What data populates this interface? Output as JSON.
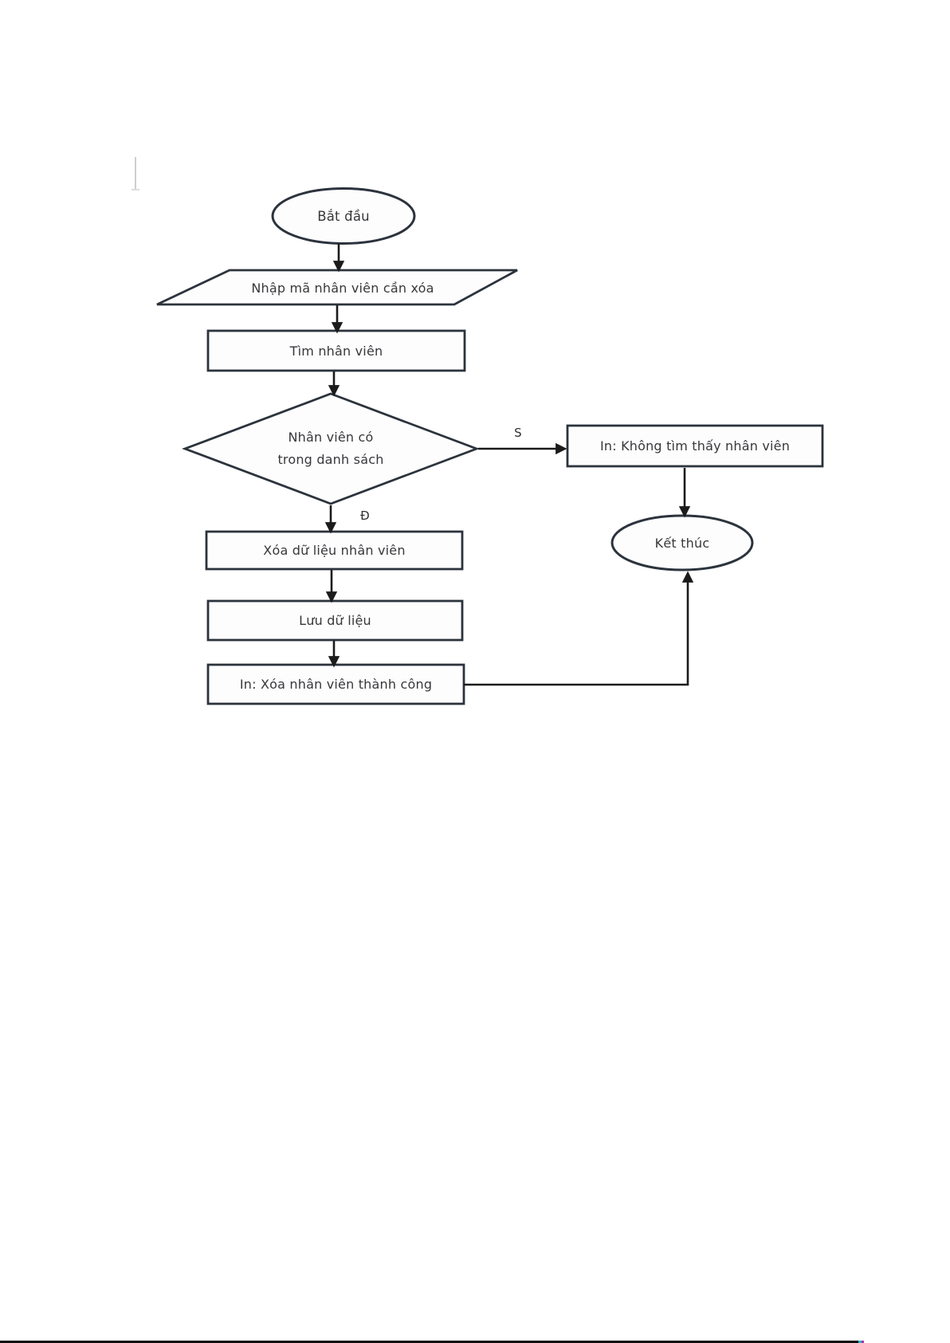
{
  "document": {
    "background": "#ffffff",
    "bottom_rule_color": "#0b0b0b",
    "bottom_rule_artifact_teal": "#27b7bc",
    "bottom_rule_artifact_magenta": "#b02fb2"
  },
  "flowchart": {
    "colors": {
      "shape_border": "#2c333d",
      "shape_fill": "#fdfdfd",
      "arrow": "#1b1b1b",
      "text": "#38383c"
    },
    "nodes": {
      "start": {
        "type": "terminator",
        "label": "Bắt đầu"
      },
      "input": {
        "type": "input-output",
        "label": "Nhập mã nhân viên cần xóa"
      },
      "find": {
        "type": "process",
        "label": "Tìm nhân viên"
      },
      "decision": {
        "type": "decision",
        "label_line1": "Nhân viên có",
        "label_line2": "trong danh sách"
      },
      "not_found": {
        "type": "process",
        "label": "In: Không tìm thấy nhân viên"
      },
      "delete": {
        "type": "process",
        "label": "Xóa dữ liệu nhân viên"
      },
      "save": {
        "type": "process",
        "label": "Lưu dữ liệu"
      },
      "success": {
        "type": "process",
        "label": "In: Xóa nhân viên thành công"
      },
      "end": {
        "type": "terminator",
        "label": "Kết thúc"
      }
    },
    "edge_labels": {
      "no": "S",
      "yes": "Đ"
    }
  }
}
